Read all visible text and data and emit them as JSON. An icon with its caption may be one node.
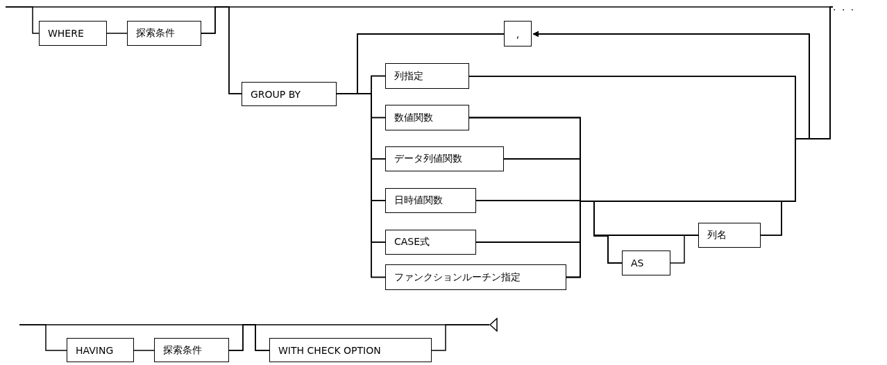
{
  "diagram": {
    "nodes": [
      {
        "text": [
          "WHERE"
        ]
      },
      {
        "text": [
          "探索条件"
        ]
      },
      {
        "text": [
          "GROUP BY"
        ]
      },
      {
        "text": [
          "列指定"
        ]
      },
      {
        "text": [
          "数値関数"
        ]
      },
      {
        "text": [
          "データ列値関数"
        ]
      },
      {
        "text": [
          "日時値関数"
        ]
      },
      {
        "text": [
          "CASE式"
        ]
      },
      {
        "text": [
          "ファンクションルーチン指定"
        ]
      },
      {
        "text": [
          "AS"
        ]
      },
      {
        "text": [
          "列名"
        ]
      },
      {
        "text": [
          ","
        ]
      },
      {
        "text": [
          "HAVING"
        ]
      },
      {
        "text": [
          "探索条件"
        ]
      },
      {
        "text": [
          "WITH CHECK OPTION"
        ]
      },
      {
        "text": [
          ". . ."
        ]
      },
      {
        "text": [],
        "shape": "triangle"
      }
    ],
    "edges": [
      {
        "from": 0,
        "to": 1,
        "arrow": "none"
      },
      {
        "from": 1,
        "to": 2,
        "arrow": "none"
      },
      {
        "from": 2,
        "to": 3,
        "arrow": "none"
      },
      {
        "from": 2,
        "to": 4,
        "arrow": "none"
      },
      {
        "from": 2,
        "to": 5,
        "arrow": "none"
      },
      {
        "from": 2,
        "to": 6,
        "arrow": "none"
      },
      {
        "from": 2,
        "to": 7,
        "arrow": "none"
      },
      {
        "from": 2,
        "to": 8,
        "arrow": "none"
      },
      {
        "from": 4,
        "to": 9,
        "arrow": "none"
      },
      {
        "from": 5,
        "to": 9,
        "arrow": "none"
      },
      {
        "from": 6,
        "to": 9,
        "arrow": "none"
      },
      {
        "from": 7,
        "to": 9,
        "arrow": "none"
      },
      {
        "from": 8,
        "to": 9,
        "arrow": "none"
      },
      {
        "from": 4,
        "to": 10,
        "arrow": "none"
      },
      {
        "from": 5,
        "to": 10,
        "arrow": "none"
      },
      {
        "from": 6,
        "to": 10,
        "arrow": "none"
      },
      {
        "from": 7,
        "to": 10,
        "arrow": "none"
      },
      {
        "from": 8,
        "to": 10,
        "arrow": "none"
      },
      {
        "from": 9,
        "to": 10,
        "arrow": "none"
      },
      {
        "from": 3,
        "to": 11,
        "arrow": "to"
      },
      {
        "from": 10,
        "to": 11,
        "arrow": "to"
      },
      {
        "from": 4,
        "to": 11,
        "arrow": "to"
      },
      {
        "from": 5,
        "to": 11,
        "arrow": "to"
      },
      {
        "from": 6,
        "to": 11,
        "arrow": "to"
      },
      {
        "from": 7,
        "to": 11,
        "arrow": "to"
      },
      {
        "from": 8,
        "to": 11,
        "arrow": "to"
      },
      {
        "from": 11,
        "to": 3,
        "arrow": "none"
      },
      {
        "from": 11,
        "to": 4,
        "arrow": "none"
      },
      {
        "from": 11,
        "to": 5,
        "arrow": "none"
      },
      {
        "from": 11,
        "to": 6,
        "arrow": "none"
      },
      {
        "from": 11,
        "to": 7,
        "arrow": "none"
      },
      {
        "from": 11,
        "to": 8,
        "arrow": "none"
      },
      {
        "from": 12,
        "to": 13,
        "arrow": "none"
      },
      {
        "from": 13,
        "to": 14,
        "arrow": "none"
      },
      {
        "from": null,
        "to": 0,
        "arrow": "none"
      },
      {
        "from": null,
        "to": 2,
        "arrow": "none"
      },
      {
        "from": 1,
        "to": 15,
        "arrow": "none"
      },
      {
        "from": 3,
        "to": 15,
        "arrow": "none"
      },
      {
        "from": 4,
        "to": 15,
        "arrow": "none"
      },
      {
        "from": 5,
        "to": 15,
        "arrow": "none"
      },
      {
        "from": 6,
        "to": 15,
        "arrow": "none"
      },
      {
        "from": 7,
        "to": 15,
        "arrow": "none"
      },
      {
        "from": 8,
        "to": 15,
        "arrow": "none"
      },
      {
        "from": 10,
        "to": 15,
        "arrow": "none"
      },
      {
        "from": null,
        "to": 12,
        "arrow": "none"
      },
      {
        "from": null,
        "to": 14,
        "arrow": "none"
      },
      {
        "from": 13,
        "to": 16,
        "arrow": "none"
      },
      {
        "from": 14,
        "to": 16,
        "arrow": "none"
      }
    ]
  }
}
